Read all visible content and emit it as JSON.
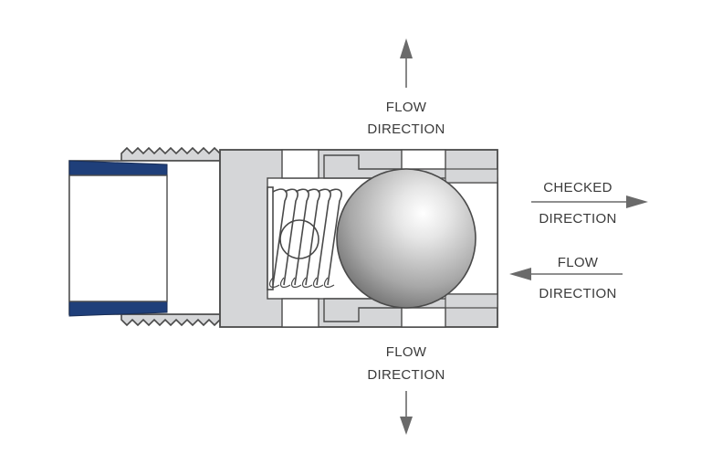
{
  "labels": {
    "flow_top_line1": "FLOW",
    "flow_top_line2": "DIRECTION",
    "checked_line1": "CHECKED",
    "checked_line2": "DIRECTION",
    "flow_right_line1": "FLOW",
    "flow_right_line2": "DIRECTION",
    "flow_bottom_line1": "FLOW",
    "flow_bottom_line2": "DIRECTION"
  },
  "colors": {
    "body": "#d5d6d8",
    "outline": "#4a4a4a",
    "seal": "#1f3f7a",
    "ball_light": "#ffffff",
    "ball_dark": "#6e6e6e",
    "arrow": "#6a6a6a",
    "text": "#3a3a3a"
  },
  "icons": {
    "valve": "check-valve-cross-section",
    "ball": "check-ball",
    "spring": "coil-spring"
  }
}
